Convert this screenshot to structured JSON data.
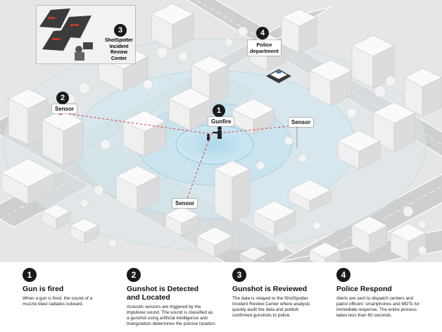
{
  "inset": {
    "badge": "3",
    "label_lines": [
      "ShotSpotter",
      "Incident Review",
      "Center"
    ]
  },
  "police": {
    "badge": "4",
    "label_lines": [
      "Police",
      "department"
    ]
  },
  "sensor_label": "Sensor",
  "sensor_left": {
    "badge": "2",
    "label": "Sensor"
  },
  "gunfire": {
    "badge": "1",
    "label": "Gunfire"
  },
  "steps": [
    {
      "num": "1",
      "title": "Gun is fired",
      "desc": [
        "When a gun is fired, the sound of a",
        "muzzle blast radiates outward."
      ]
    },
    {
      "num": "2",
      "title": "Gunshot is Detected and Located",
      "desc": [
        "Acoustic sensors are triggered by the",
        "impulsive sound. The sound is classified as",
        "a gunshot using artificial intelligence and",
        "triangulation determines the precise location."
      ]
    },
    {
      "num": "3",
      "title": "Gunshot is Reviewed",
      "desc": [
        "The data is relayed to the ShotSpotter",
        "Incident Review Center where analysts",
        "quickly audit the data and publish",
        "confirmed gunshots to police."
      ]
    },
    {
      "num": "4",
      "title": "Police Respond",
      "desc": [
        "Alerts are sent to dispatch centers and",
        "patrol officers' smartphones and MDTs for",
        "immediate response. The entire process",
        "takes less than 60 seconds."
      ]
    }
  ]
}
